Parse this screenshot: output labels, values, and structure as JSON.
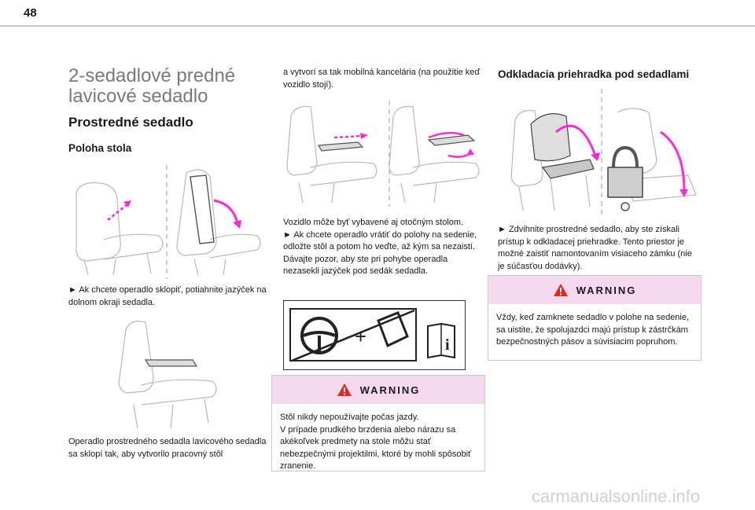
{
  "page": {
    "number": "48"
  },
  "chapter_title": "2-sedadlové predné lavicové sedadlo",
  "section_title": "Prostredné sedadlo",
  "subsection_table": "Poloha stola",
  "col1": {
    "para1": "► Ak chcete operadlo sklopiť, potiahnite jazýček na dolnom okraji sedadla.",
    "para2": "Operadlo prostredného sedadla lavicového sedadla sa sklopí tak, aby vytvorilo pracovný stôl"
  },
  "col2": {
    "para1": "a vytvorí sa tak mobilná kancelária (na použitie keď vozidlo stojí).",
    "para2": "Vozidlo môže byť vybavené aj otočným stolom.\n► Ak chcete operadlo vrátiť do polohy na sedenie, odložte stôl a potom ho veďte, až kým sa nezaistí.\nDávajte pozor, aby ste pri pohybe operadla nezasekli jazýček pod sedák sedadla.",
    "warning_title": "WARNING",
    "warning_text": "Stôl nikdy nepoužívajte počas jazdy.\nV prípade prudkého brzdenia alebo nárazu sa akékoľvek predmety na stole môžu stať nebezpečnými projektilmi, ktoré by mohli spôsobiť zranenie."
  },
  "col3": {
    "heading": "Odkladacia priehradka pod sedadlami",
    "para1": "► Zdvihnite prostredné sedadlo, aby ste získali prístup k odkladacej priehradke. Tento priestor je možné zaistiť namontovaním visiaceho zámku (nie je súčasťou dodávky).",
    "warning_title": "WARNING",
    "warning_text": "Vždy, keď zamknete sedadlo v polohe na sedenie, sa uistite, že spolujazdci majú prístup k zástrčkám bezpečnostných pásov a súvisiacim popruhom."
  },
  "icons": [
    "warning-triangle-icon",
    "no-steering-while-table-icon",
    "manual-info-icon",
    "padlock-icon"
  ],
  "colors": {
    "accent_magenta": "#ff2ad4",
    "warning_header_bg": "#f7d9ef",
    "chapter_grey": "#7a7a7a"
  },
  "watermark": "carmanualsonline.info"
}
